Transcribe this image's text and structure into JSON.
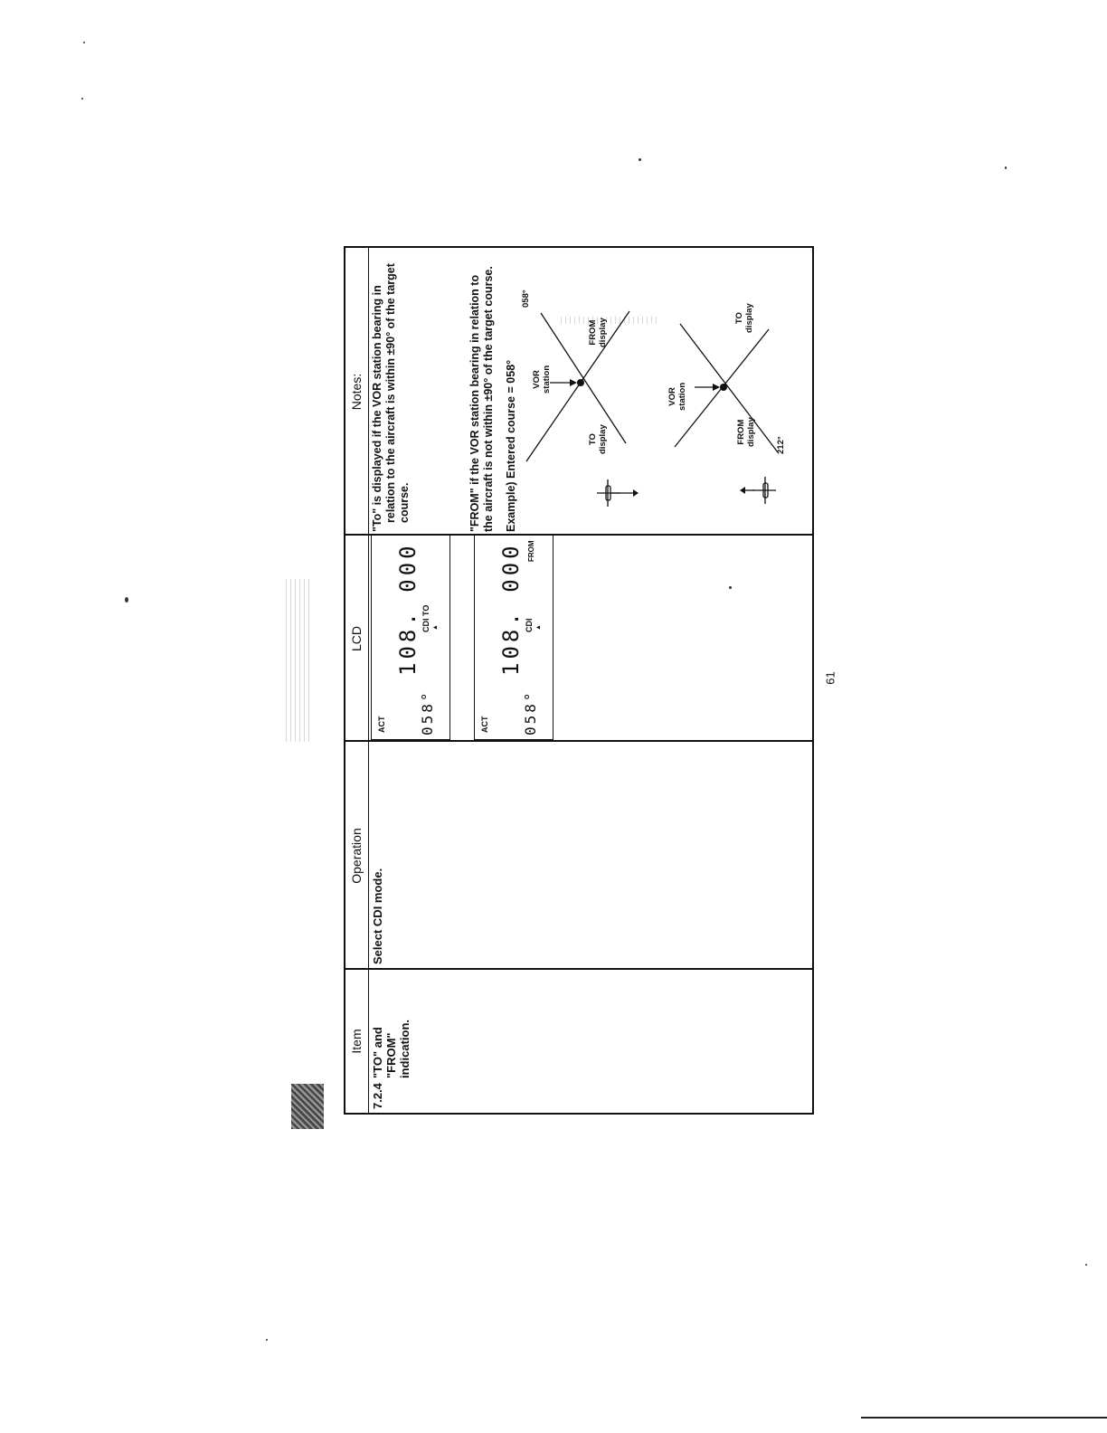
{
  "header": {
    "item": "Item",
    "operation": "Operation",
    "lcd": "LCD",
    "notes": "Notes:"
  },
  "row": {
    "item_number": "7.2.4",
    "item_line1": "\"TO\" and",
    "item_line2": "\"FROM\"",
    "item_line3": "indication.",
    "operation": "Select CDI mode."
  },
  "lcd_to": {
    "act": "ACT",
    "frequency": "108. 000",
    "course": "058°",
    "cdi": "CDI TO",
    "arrow": "▲"
  },
  "lcd_from": {
    "act": "ACT",
    "frequency": "108. 000",
    "course": "058°",
    "cdi": "CDI",
    "arrow": "▲",
    "from": "FROM"
  },
  "notes": {
    "to_line1": "\"To\" is displayed if the VOR station bearing in",
    "to_line2": "relation to the aircraft is within ±90° of the target",
    "to_line3": "course.",
    "from_line1": "\"FROM\" if the VOR station bearing in relation to",
    "from_line2": "the aircraft is not within ±90° of the target course.",
    "example": "Example)  Entered course = 058°"
  },
  "diagram1": {
    "course": "058°",
    "vor": "VOR",
    "station": "station",
    "from": "FROM",
    "from_display": "display",
    "to": "TO",
    "to_display": "display"
  },
  "diagram2": {
    "course": "212°",
    "vor": "VOR",
    "station": "station",
    "to": "TO",
    "to_display": "display",
    "from": "FROM",
    "from_display": "display"
  },
  "page_number": "61"
}
